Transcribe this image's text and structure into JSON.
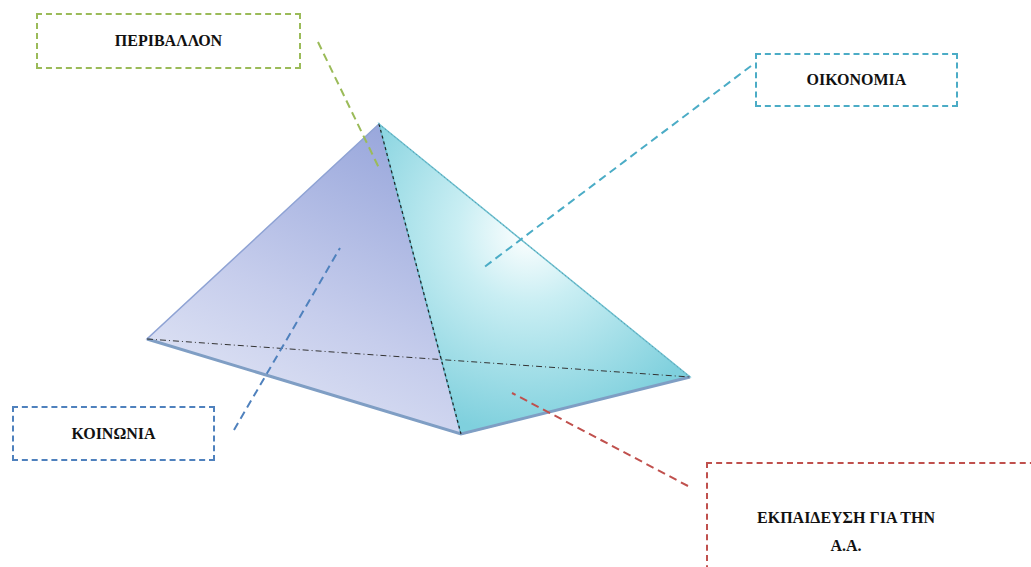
{
  "diagram": {
    "nodes": [
      {
        "text": [
          "ΠΕΡΙΒΑΛΛΟΝ"
        ]
      },
      {
        "text": [
          "ΟΙΚΟΝΟΜΙΑ"
        ]
      },
      {
        "text": [
          "ΚΟΙΝΩΝΙΑ"
        ]
      },
      {
        "text": [
          "ΕΚΠΑΙΔΕΥΣΗ ΓΙΑ ΤΗΝ Α.Α."
        ]
      }
    ]
  }
}
